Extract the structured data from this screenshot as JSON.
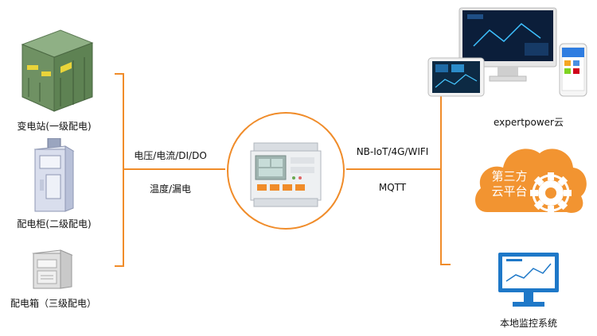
{
  "left_devices": [
    {
      "label": "变电站(一级配电)",
      "icon": "substation-icon"
    },
    {
      "label": "配电柜(二级配电)",
      "icon": "distribution-cabinet-icon"
    },
    {
      "label": "配电箱（三级配电）",
      "icon": "distribution-box-icon"
    }
  ],
  "left_link": {
    "line1": "电压/电流/DI/DO",
    "line2": "温度/漏电"
  },
  "right_link": {
    "line1": "NB-IoT/4G/WIFI",
    "line2": "MQTT"
  },
  "right_targets": {
    "cloud_label": "expertpower云",
    "third_party_line1": "第三方",
    "third_party_line2": "云平台",
    "local_label": "本地监控系统"
  },
  "colors": {
    "accent": "#f08c2a",
    "cloud": "#f29431",
    "monitor_blue": "#1e78c8"
  }
}
